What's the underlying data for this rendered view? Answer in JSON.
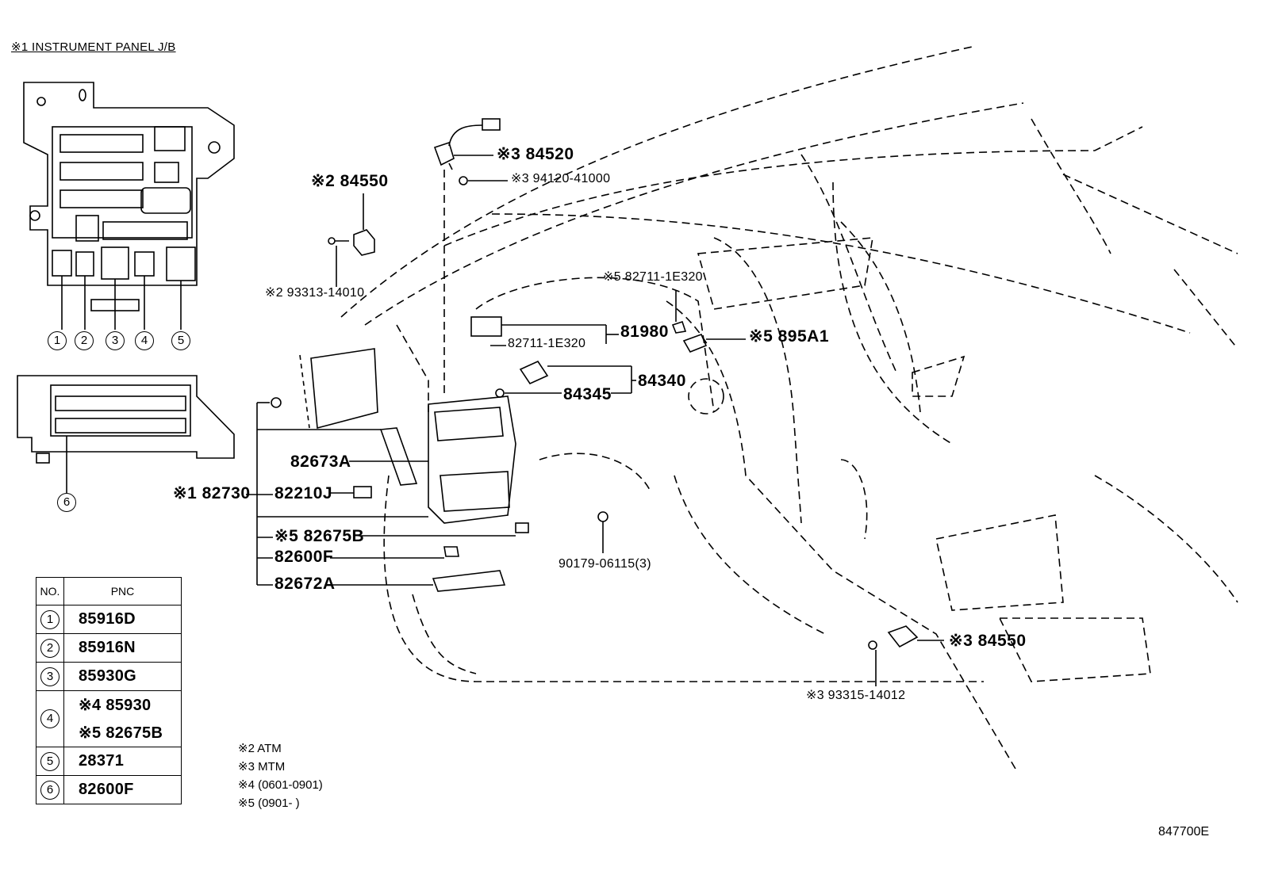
{
  "title": "※1 INSTRUMENT PANEL J/B",
  "diagram_code": "847700E",
  "junction_box_positions": [
    "1",
    "2",
    "3",
    "4",
    "5",
    "6"
  ],
  "callouts": {
    "c84520": "※3 84520",
    "c94120": "※3 94120-41000",
    "c84550a": "※2 84550",
    "c93313": "※2 93313-14010",
    "c82711a": "※5 82711-1E320",
    "c81980": "81980",
    "c82711b": "82711-1E320",
    "c895a1": "※5 895A1",
    "c84340": "84340",
    "c84345": "84345",
    "c82673a": "82673A",
    "c82730": "※1 82730",
    "c82210j": "82210J",
    "c82675b": "※5 82675B",
    "c82600f": "82600F",
    "c82672a": "82672A",
    "c90179": "90179-06115(3)",
    "c84550b": "※3 84550",
    "c93315": "※3 93315-14012"
  },
  "table": {
    "header_no": "NO.",
    "header_pnc": "PNC",
    "rows": [
      {
        "no": "1",
        "pnc": [
          "85916D"
        ]
      },
      {
        "no": "2",
        "pnc": [
          "85916N"
        ]
      },
      {
        "no": "3",
        "pnc": [
          "85930G"
        ]
      },
      {
        "no": "4",
        "pnc": [
          "※4 85930",
          "※5 82675B"
        ]
      },
      {
        "no": "5",
        "pnc": [
          "28371"
        ]
      },
      {
        "no": "6",
        "pnc": [
          "82600F"
        ]
      }
    ]
  },
  "notes": [
    "※2 ATM",
    "※3 MTM",
    "※4 (0601-0901)",
    "※5 (0901-      )"
  ]
}
